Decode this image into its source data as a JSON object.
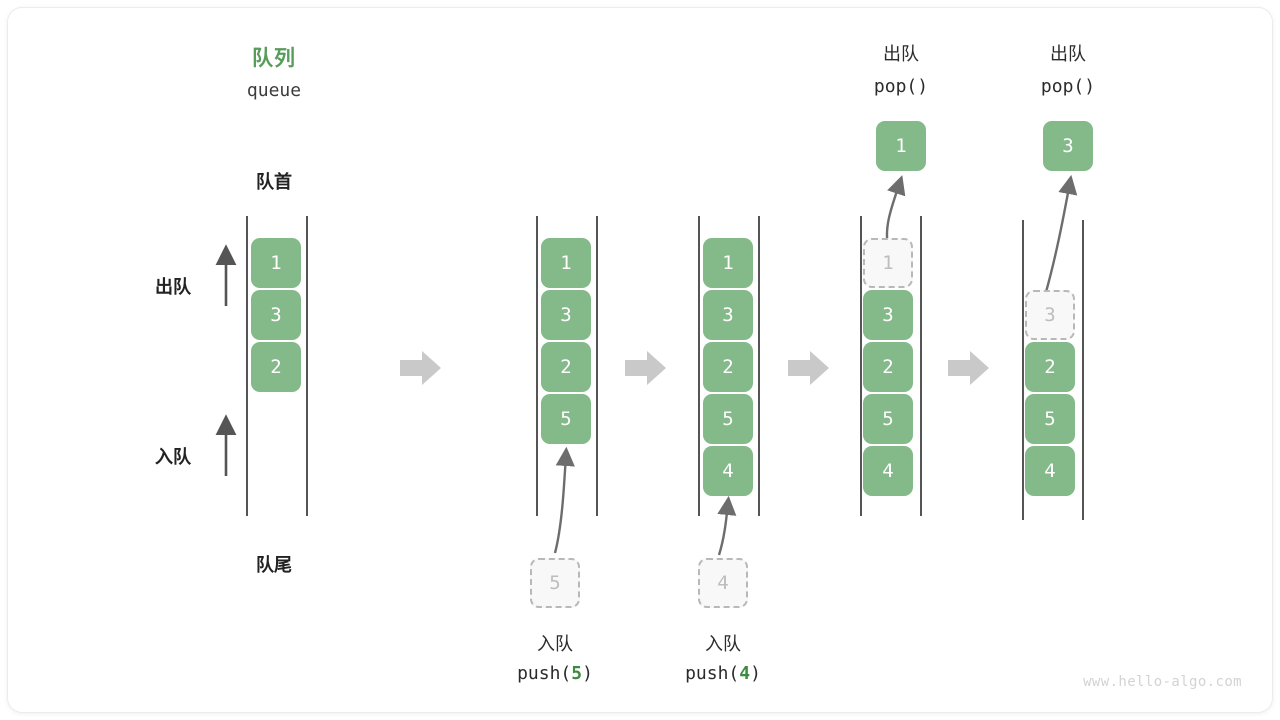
{
  "diagram": {
    "title_cn": "队列",
    "title_en": "queue",
    "front_label": "队首",
    "rear_label": "队尾",
    "dequeue_label": "出队",
    "enqueue_label": "入队",
    "watermark": "www.hello-algo.com",
    "colors": {
      "accent_green": "#84b98a",
      "title_green": "#589c5b",
      "code_green": "#3d8b40",
      "rail_gray": "#555555",
      "ghost_fill": "#f8f8f8",
      "ghost_border": "#b8b8b8",
      "flow_arrow_gray": "#c9c9c9",
      "watermark_gray": "#d3d3d3"
    }
  },
  "stages": [
    {
      "id": "initial",
      "cells": [
        "1",
        "3",
        "2"
      ],
      "ghost_index": -1,
      "caption_cn": "",
      "caption_code": "",
      "caption_code_num": "",
      "pushed_value": "",
      "popped_value": ""
    },
    {
      "id": "push-5",
      "cells": [
        "1",
        "3",
        "2",
        "5"
      ],
      "ghost_index": -1,
      "caption_cn": "入队",
      "caption_code_prefix": "push(",
      "caption_code_num": "5",
      "caption_code_suffix": ")",
      "pushed_value": "5",
      "popped_value": ""
    },
    {
      "id": "push-4",
      "cells": [
        "1",
        "3",
        "2",
        "5",
        "4"
      ],
      "ghost_index": -1,
      "caption_cn": "入队",
      "caption_code_prefix": "push(",
      "caption_code_num": "4",
      "caption_code_suffix": ")",
      "pushed_value": "4",
      "popped_value": ""
    },
    {
      "id": "pop-1",
      "cells": [
        "1",
        "3",
        "2",
        "5",
        "4"
      ],
      "ghost_index": 0,
      "caption_cn": "出队",
      "caption_code_prefix": "pop(",
      "caption_code_num": "",
      "caption_code_suffix": ")",
      "pushed_value": "",
      "popped_value": "1"
    },
    {
      "id": "pop-3",
      "cells": [
        "3",
        "2",
        "5",
        "4"
      ],
      "ghost_index": 0,
      "caption_cn": "出队",
      "caption_code_prefix": "pop(",
      "caption_code_num": "",
      "caption_code_suffix": ")",
      "pushed_value": "",
      "popped_value": "3"
    }
  ],
  "flow_arrows": [
    {
      "name": "flow-arrow-1"
    },
    {
      "name": "flow-arrow-2"
    },
    {
      "name": "flow-arrow-3"
    },
    {
      "name": "flow-arrow-4"
    }
  ]
}
